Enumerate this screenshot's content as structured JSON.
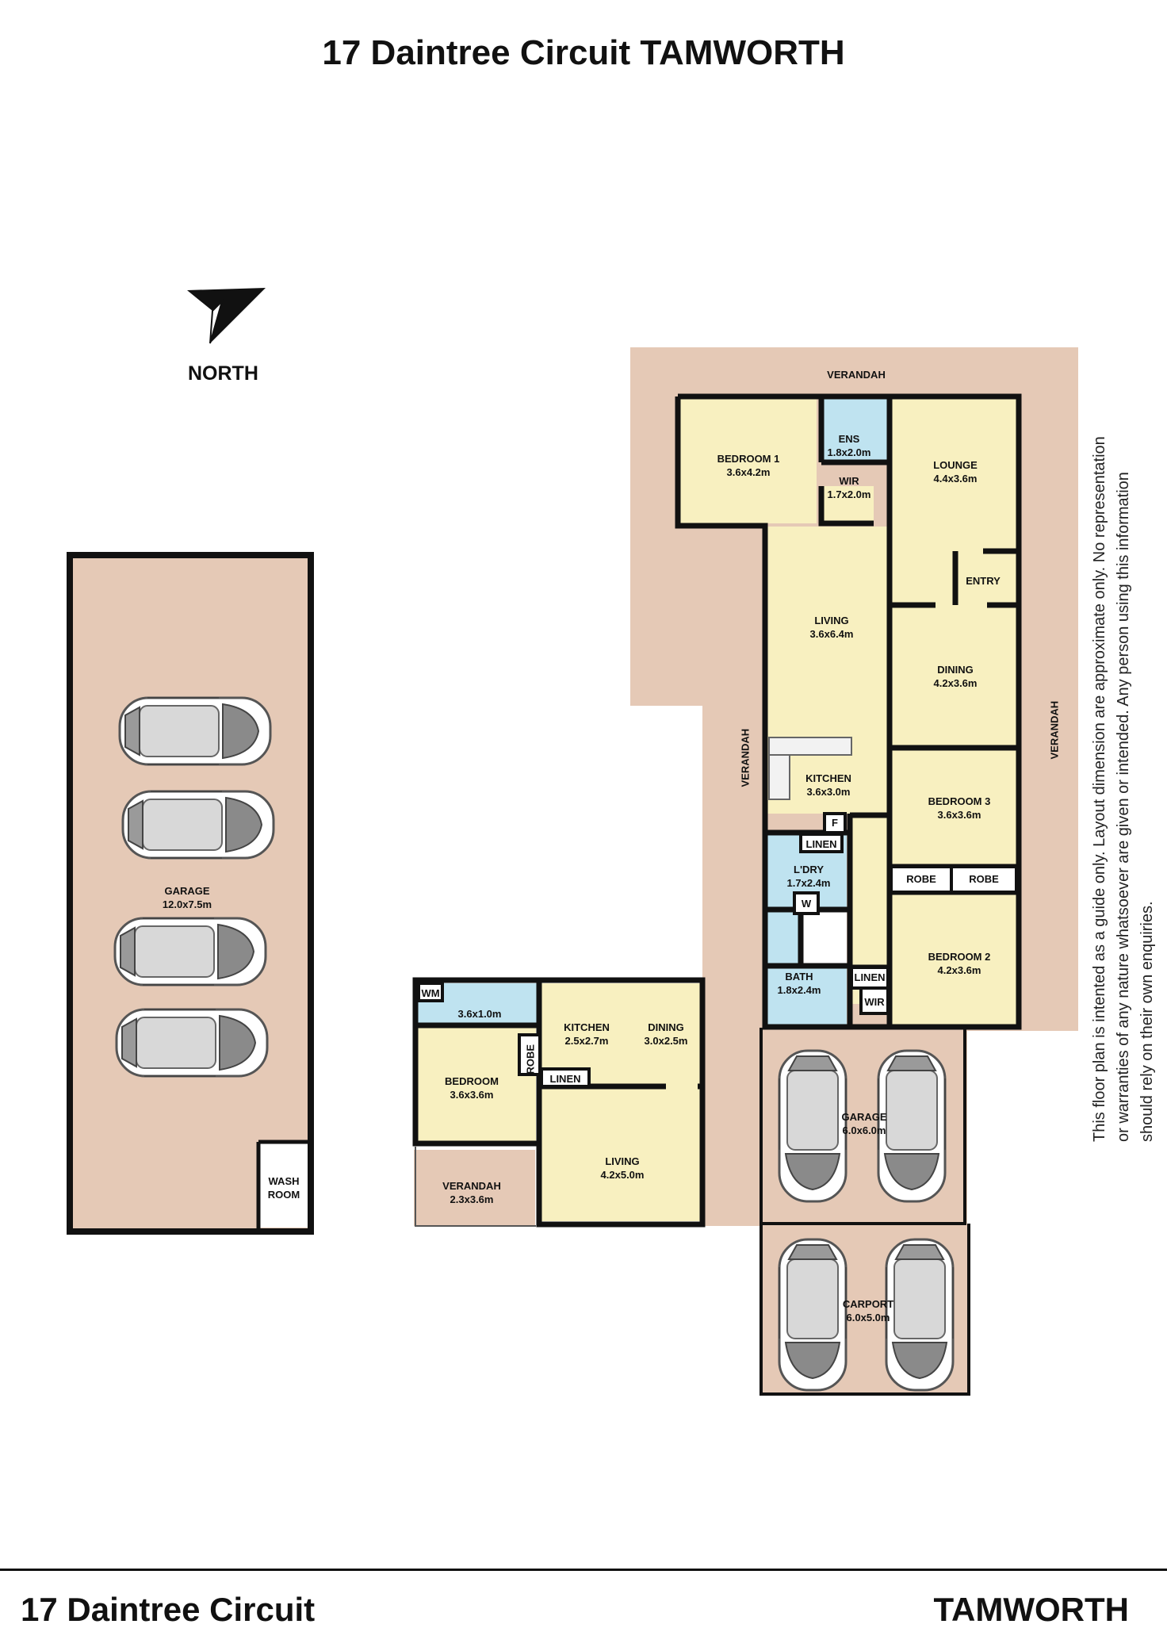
{
  "header": {
    "title": "17 Daintree Circuit TAMWORTH"
  },
  "footer": {
    "address": "17 Daintree Circuit",
    "suburb": "TAMWORTH"
  },
  "disclaimer": "This floor plan is intented as a guide only. Layout dimension are approximate only. No representation or warranties of any nature whatsoever are given or intended. Any person using this information should rely on their own enquiries.",
  "compass": {
    "label": "NORTH"
  },
  "colors": {
    "outdoor": "#e5c9b6",
    "room": "#f8f0c0",
    "wet": "#bfe3f0",
    "wall": "#111111"
  },
  "labels": {
    "verandah_top": "VERANDAH",
    "verandah_left": "VERANDAH",
    "verandah_right": "VERANDAH",
    "bedroom1": "BEDROOM 1",
    "bedroom1_dim": "3.6x4.2m",
    "ens": "ENS",
    "ens_dim": "1.8x2.0m",
    "wir1": "WIR",
    "wir1_dim": "1.7x2.0m",
    "lounge": "LOUNGE",
    "lounge_dim": "4.4x3.6m",
    "entry": "ENTRY",
    "living": "LIVING",
    "living_dim": "3.6x6.4m",
    "dining": "DINING",
    "dining_dim": "4.2x3.6m",
    "kitchen": "KITCHEN",
    "kitchen_dim": "3.6x3.0m",
    "fridge": "F",
    "bedroom3": "BEDROOM 3",
    "bedroom3_dim": "3.6x3.6m",
    "robe1": "ROBE",
    "robe2": "ROBE",
    "linen1": "LINEN",
    "ldry": "L'DRY",
    "ldry_dim": "1.7x2.4m",
    "wm1": "W",
    "bedroom2": "BEDROOM 2",
    "bedroom2_dim": "4.2x3.6m",
    "bath": "BATH",
    "bath_dim": "1.8x2.4m",
    "linen2": "LINEN",
    "wir2": "WIR",
    "garage_small": "GARAGE",
    "garage_small_dim": "6.0x6.0m",
    "carport": "CARPORT",
    "carport_dim": "6.0x5.0m",
    "garage_big": "GARAGE",
    "garage_big_dim": "12.0x7.5m",
    "wash": "WASH",
    "wash2": "ROOM",
    "wm2": "WM",
    "bath2_dim": "3.6x1.0m",
    "kitchen2": "KITCHEN",
    "kitchen2_dim": "2.5x2.7m",
    "dining2": "DINING",
    "dining2_dim": "3.0x2.5m",
    "bedroom4": "BEDROOM",
    "bedroom4_dim": "3.6x3.6m",
    "robe3": "ROBE",
    "linen3": "LINEN",
    "living2": "LIVING",
    "living2_dim": "4.2x5.0m",
    "verandah_small": "VERANDAH",
    "verandah_small_dim": "2.3x3.6m"
  }
}
